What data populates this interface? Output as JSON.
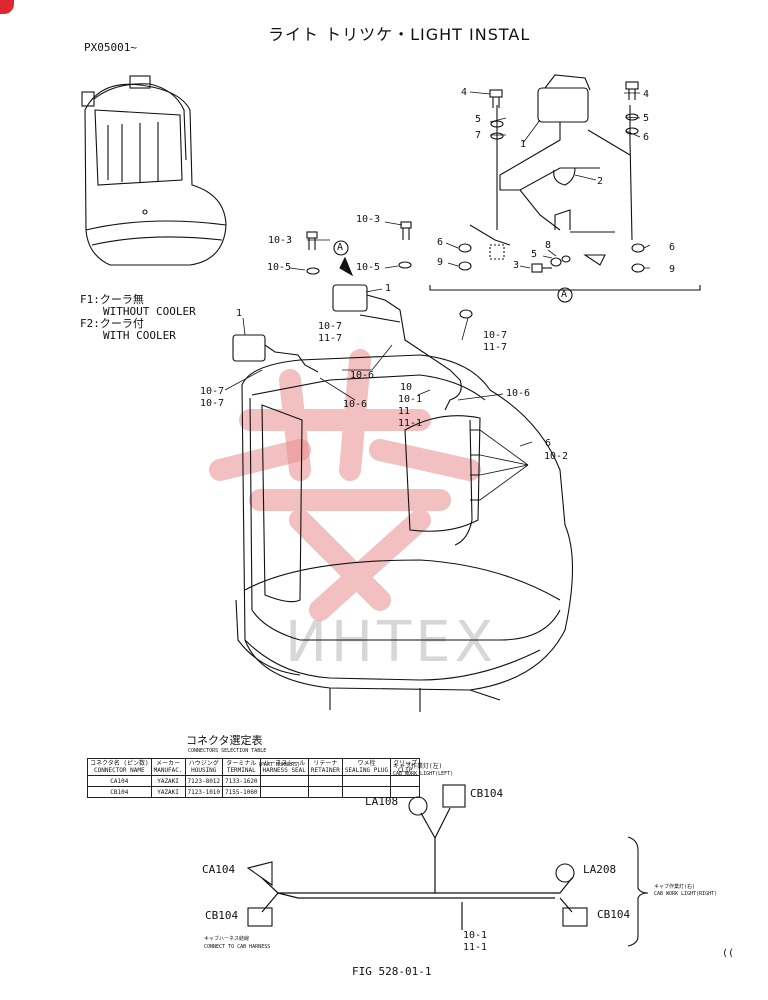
{
  "title": "ライト トリツケ・LIGHT INSTAL",
  "serial": "PX05001~",
  "variants": [
    {
      "code": "F1",
      "jp": "クーラ無",
      "en": "WITHOUT COOLER"
    },
    {
      "code": "F2",
      "jp": "クーラ付",
      "en": "WITH COOLER"
    }
  ],
  "callouts": {
    "c1a": "1",
    "c1b": "1",
    "c1c": "1",
    "c2": "2",
    "c3": "3",
    "c4a": "4",
    "c4b": "4",
    "c5a": "5",
    "c5b": "5",
    "c5c": "5",
    "c6a": "6",
    "c6b": "6",
    "c6c": "6",
    "c6d": "6",
    "c7": "7",
    "c8": "8",
    "c9a": "9",
    "c9b": "9",
    "c10_3a": "10-3",
    "c10_3b": "10-3",
    "c10_5a": "10-5",
    "c10_5b": "10-5",
    "c10_7a": "10-7",
    "c11_7a": "11-7",
    "c10_7b": "10-7",
    "c11_7b": "11-7",
    "c10_7c": "10-7",
    "c10_7d": "10-7",
    "c10_6a": "10-6",
    "c10_6b": "10-6",
    "c10_6c": "10-6",
    "c10": "10",
    "c10_1": "10-1",
    "c11": "11",
    "c11_1": "11-1",
    "c10_2": "10-2",
    "w10_1": "10-1",
    "w11_1": "11-1"
  },
  "detail_a": "A",
  "table": {
    "title_jp": "コネクタ選定表",
    "title_en": "CONNECTORS SELECTION TABLE",
    "headers": [
      "コネクタ名\n(ピン数)",
      "メーカー",
      "ハウジング",
      "ターミナル",
      "ハーネスシール",
      "リテーナ",
      "ワメ栓",
      "クリップ"
    ],
    "header_en": [
      "CONNECTOR NAME",
      "MANUFAC.",
      "HOUSING",
      "TERMINAL",
      "HARNESS SEAL",
      "RETAINER",
      "SEALING PLUG",
      "CLIP"
    ],
    "parts_label": "(PART NUMBERS)",
    "rows": [
      [
        "CA104",
        "YAZAKI",
        "7123-8012",
        "7133-1620",
        "",
        "",
        "",
        ""
      ],
      [
        "CB104",
        "YAZAKI",
        "7123-1010",
        "7155-1060",
        "",
        "",
        "",
        ""
      ]
    ]
  },
  "wiring": {
    "left_note_jp": "キャブ作業灯(左)",
    "left_note_en": "CAB WORK LIGHT(LEFT)",
    "right_note_jp": "キャブ作業灯(右)",
    "right_note_en": "CAB WORK LIGHT(RIGHT)",
    "cab_note_jp": "キャブハーネス結線",
    "cab_note_en": "CONNECT TO CAB HARNESS",
    "la108": "LA108",
    "cb104_top": "CB104",
    "ca104": "CA104",
    "cb104_left": "CB104",
    "la208": "LA208",
    "cb104_right": "CB104"
  },
  "figure": "FIG 528-01-1",
  "watermark": "ИНТЕХ",
  "edge_mark": "(("
}
